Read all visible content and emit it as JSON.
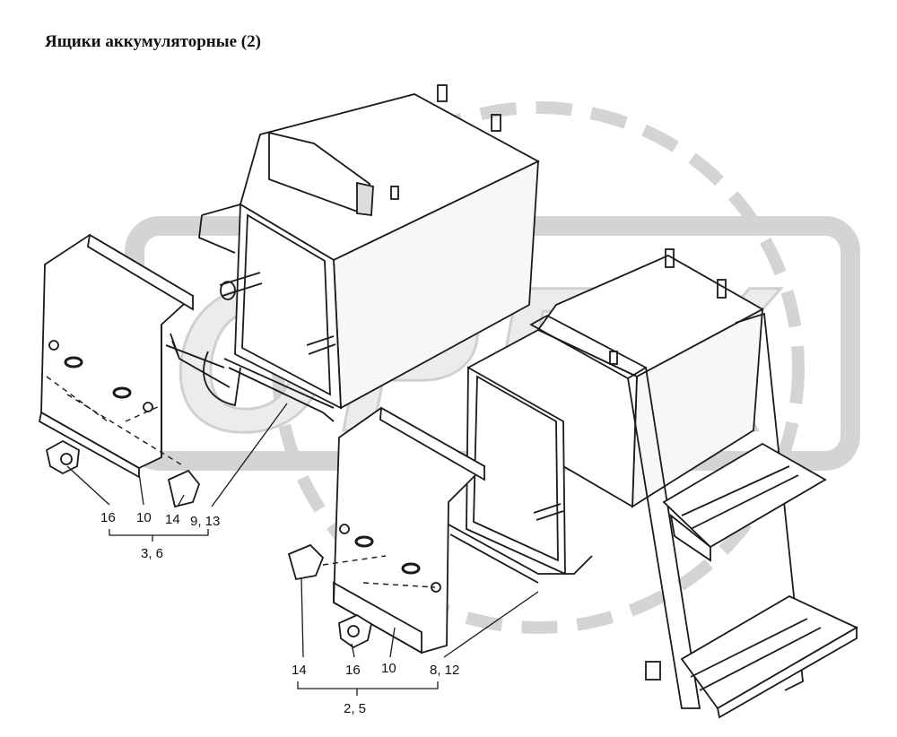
{
  "title": "Ящики аккумуляторные  (2)",
  "watermark": "OPEX",
  "callouts": {
    "left_16": "16",
    "left_10": "10",
    "left_14": "14",
    "left_9_13": "9, 13",
    "left_group": "3, 6",
    "right_14": "14",
    "right_16": "16",
    "right_10": "10",
    "right_8_12": "8, 12",
    "right_group": "2, 5"
  }
}
